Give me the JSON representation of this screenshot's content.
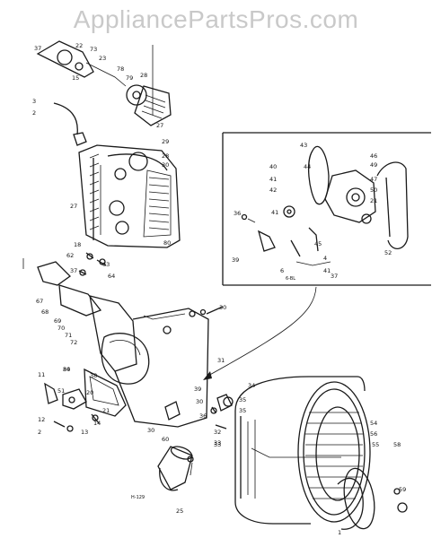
{
  "watermark": "AppliancePartsPros.com",
  "callouts": [
    "37",
    "22",
    "73",
    "23",
    "15",
    "78",
    "79",
    "28",
    "27",
    "3",
    "2",
    "29",
    "28",
    "80",
    "30",
    "27",
    "18",
    "62",
    "63",
    "64",
    "37",
    "67",
    "68",
    "69",
    "70",
    "71",
    "72",
    "30",
    "31",
    "11",
    "84",
    "38",
    "20",
    "51",
    "30",
    "12",
    "2",
    "13",
    "14",
    "21",
    "60",
    "30",
    "25",
    "35",
    "39",
    "30",
    "34",
    "33",
    "54",
    "56",
    "58",
    "55",
    "59",
    "36",
    "35",
    "32",
    "33",
    "43",
    "44",
    "49",
    "46",
    "40",
    "41",
    "42",
    "47",
    "41",
    "50",
    "21",
    "52",
    "36",
    "39",
    "41",
    "45",
    "37",
    "4",
    "6",
    "1"
  ],
  "notes": [
    "H-129",
    "6-BL"
  ]
}
